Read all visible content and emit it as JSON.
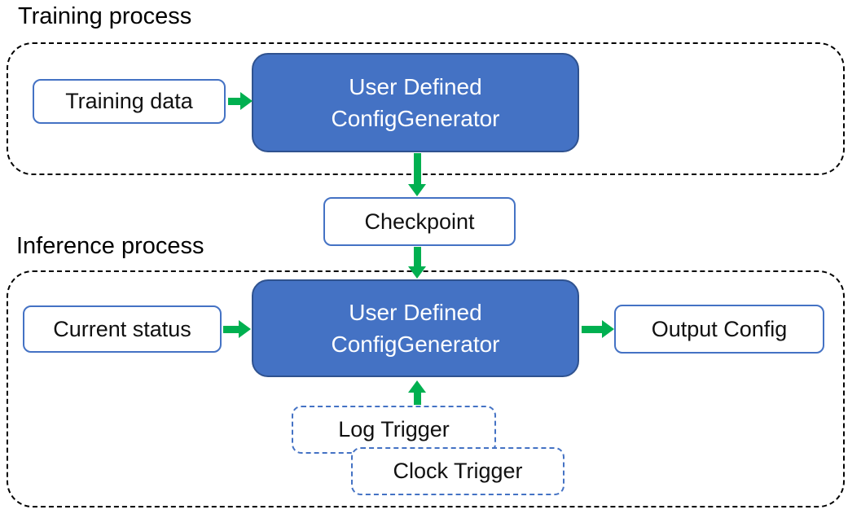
{
  "diagram": {
    "training": {
      "title": "Training process",
      "input_label": "Training data",
      "generator_line1": "User Defined",
      "generator_line2": "ConfigGenerator"
    },
    "checkpoint_label": "Checkpoint",
    "inference": {
      "title": "Inference process",
      "input_label": "Current status",
      "generator_line1": "User Defined",
      "generator_line2": "ConfigGenerator",
      "output_label": "Output Config",
      "log_trigger_label": "Log Trigger",
      "clock_trigger_label": "Clock Trigger"
    },
    "colors": {
      "node_fill_blue": "#4472C4",
      "node_border_dark_blue": "#2F528F",
      "arrow_green": "#00B050",
      "container_dash_black": "#000000",
      "trigger_dash_blue": "#4472C4"
    }
  }
}
